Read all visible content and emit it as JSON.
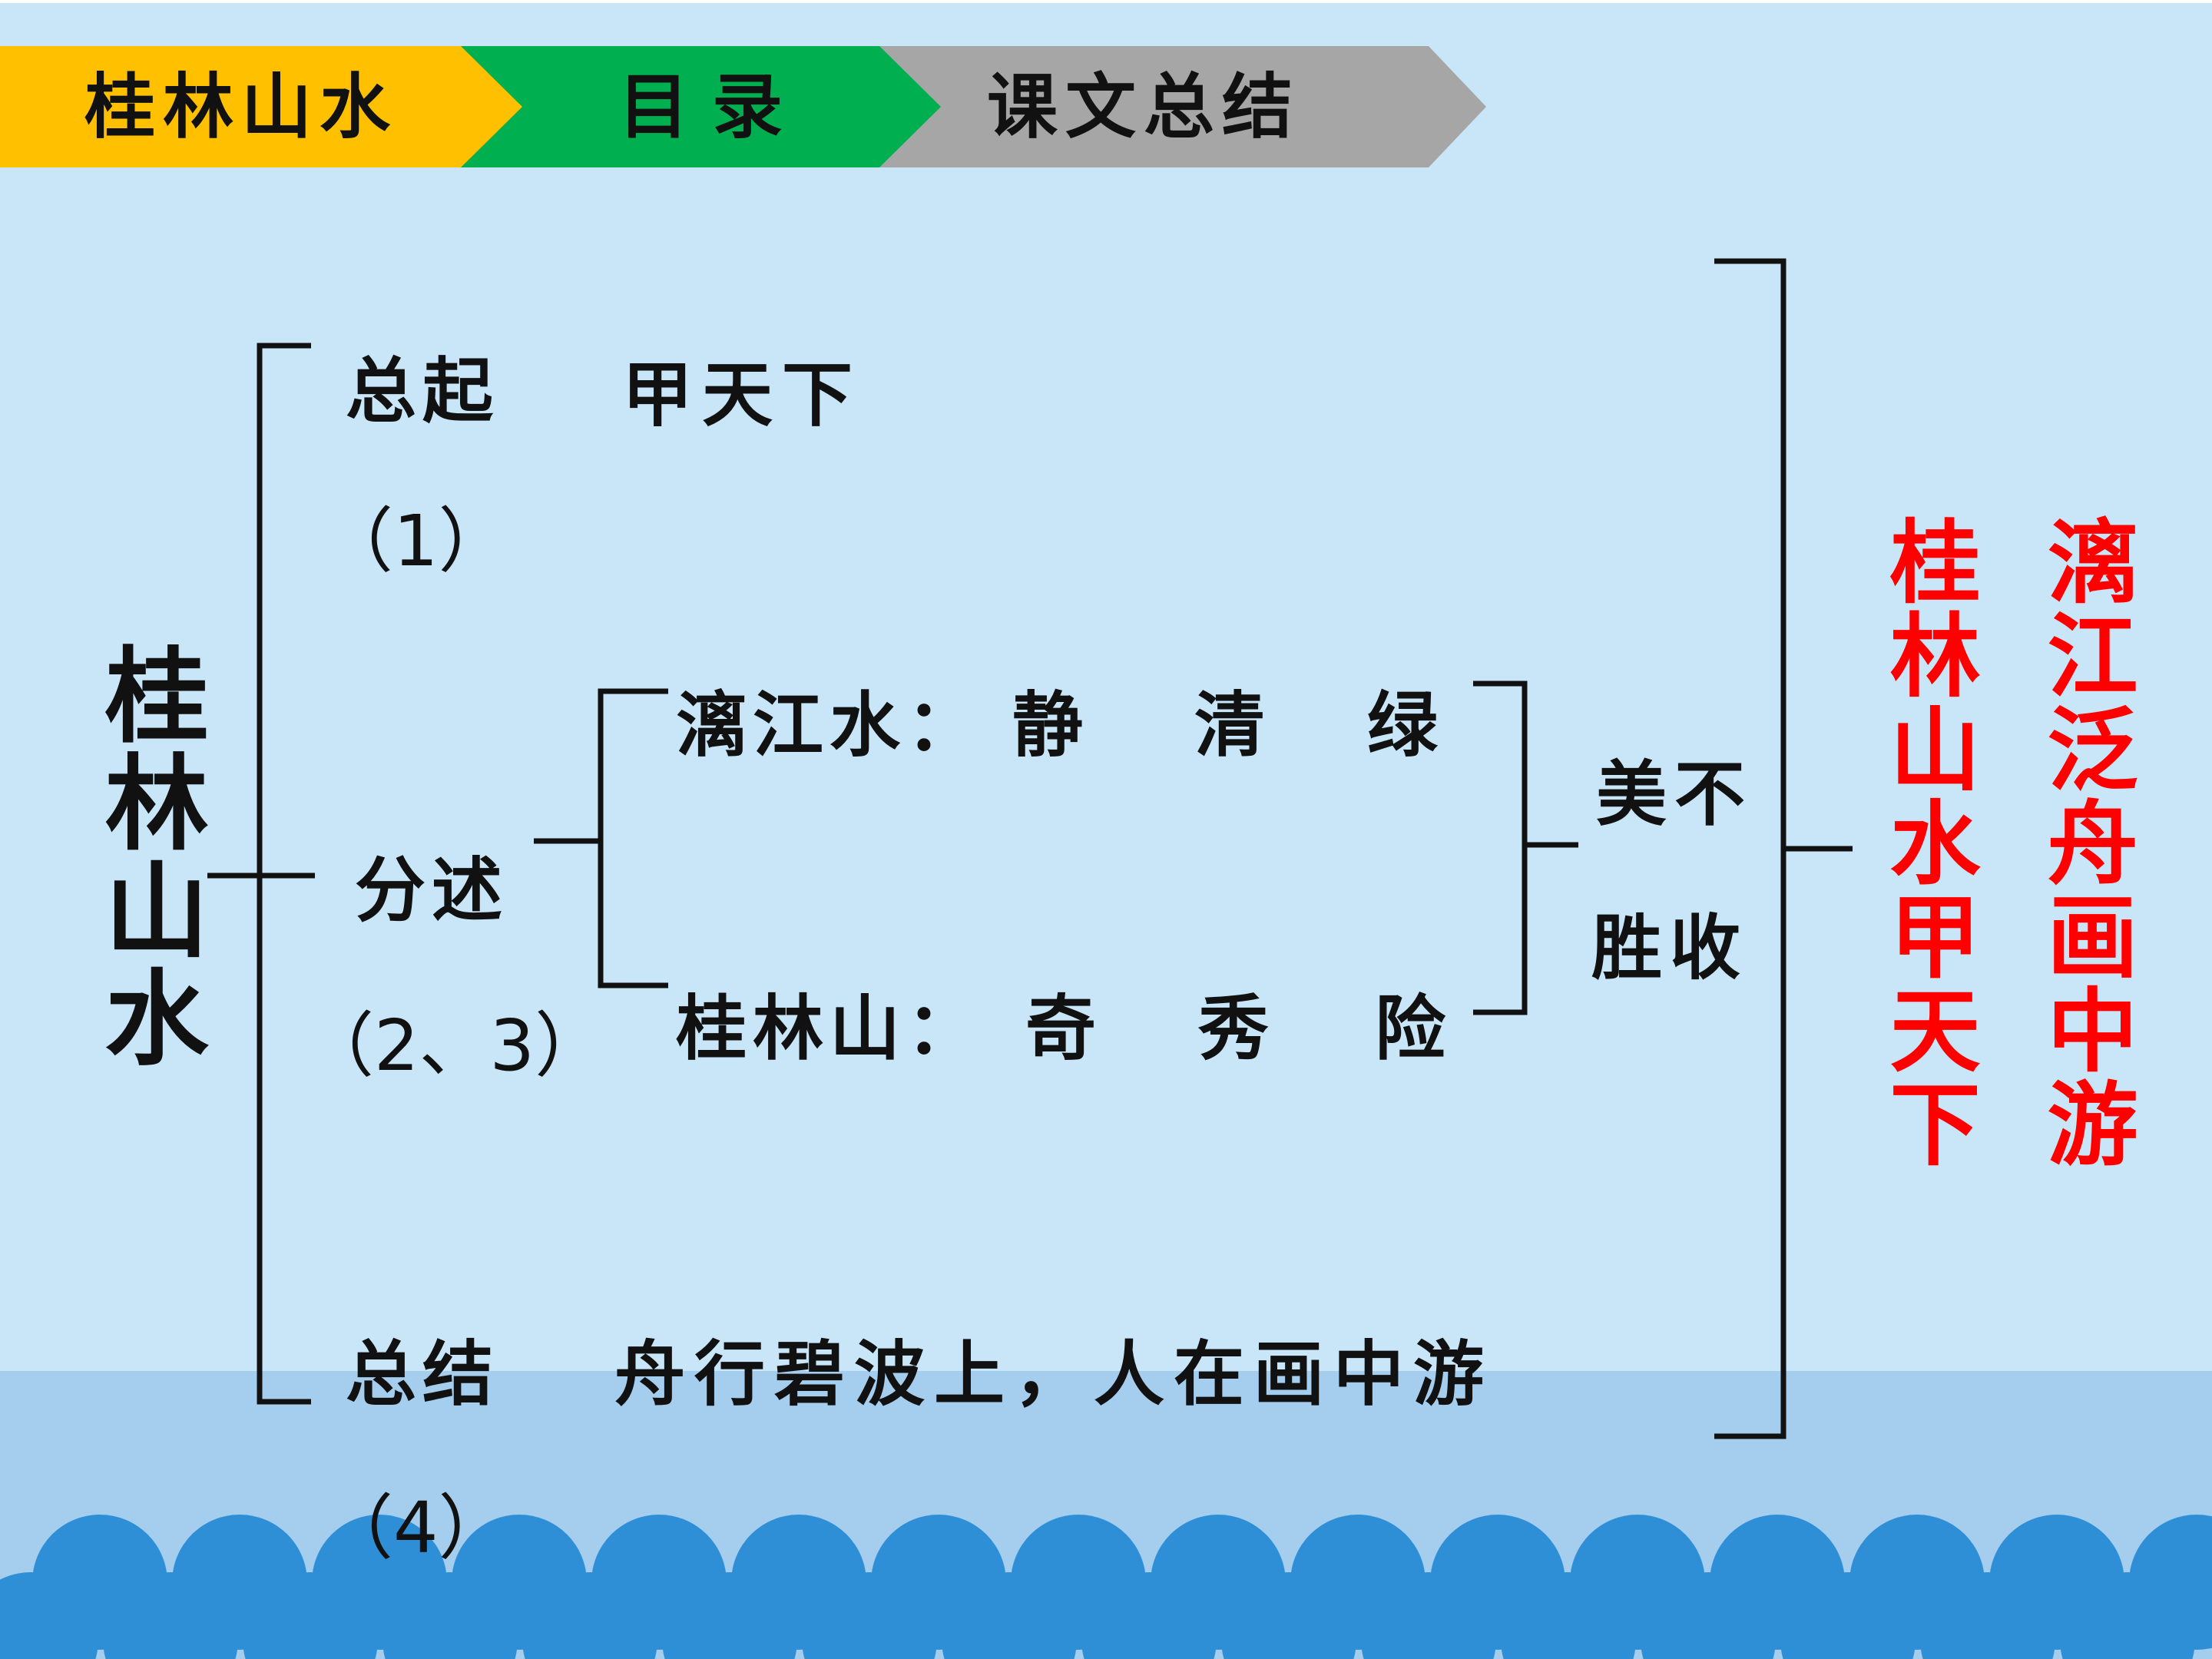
{
  "nav": {
    "tabs": [
      {
        "label": "桂林山水",
        "color": "#ffc000"
      },
      {
        "label": "目录",
        "color": "#00b050"
      },
      {
        "label": "课文总结",
        "color": "#a6a6a6"
      }
    ]
  },
  "diagram": {
    "root": "桂林山水",
    "intro": {
      "heading": "总起",
      "summary": "甲天下",
      "paragraphs": "（1）"
    },
    "detail": {
      "heading": "分述",
      "paragraphs": "（2、3）"
    },
    "water": {
      "title": "漓江水：",
      "traits": [
        "静",
        "清",
        "绿"
      ]
    },
    "mountain": {
      "title": "桂林山：",
      "traits": [
        "奇",
        "秀",
        "险"
      ]
    },
    "merge_line1": "美不",
    "merge_line2": "胜收",
    "conclusion": {
      "heading": "总结",
      "summary": "舟行碧波上，人在画中游",
      "paragraphs": "（4）"
    },
    "red_left": "桂林山水甲天下",
    "red_right": "漓江泛舟画中游"
  },
  "colors": {
    "background": "#c9e6f8",
    "sea": "#a4cdee",
    "waves": "#2f8fd6",
    "accent": "#ff0000"
  }
}
